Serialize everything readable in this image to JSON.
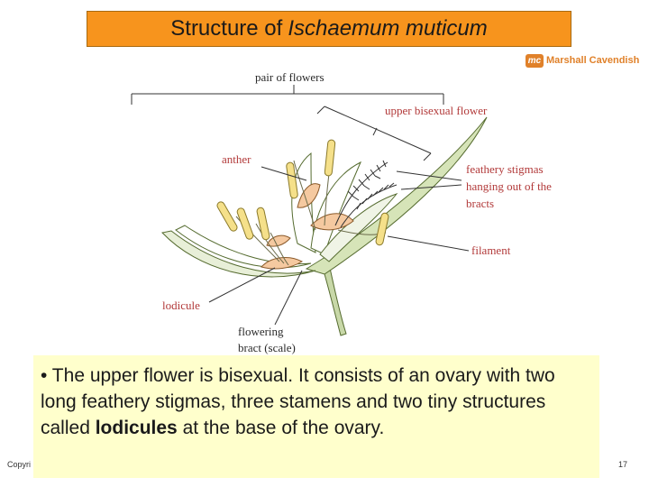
{
  "title": {
    "prefix": "Structure of",
    "species": "Ischaemum muticum"
  },
  "logo": {
    "mark": "mc",
    "text": "Marshall Cavendish"
  },
  "labels": {
    "pair_of_flowers": "pair of flowers",
    "upper_bisexual_flower": "upper bisexual flower",
    "anther": "anther",
    "feathery_stigmas_1": "feathery stigmas",
    "feathery_stigmas_2": "hanging out of the",
    "feathery_stigmas_3": "bracts",
    "filament": "filament",
    "lodicule": "lodicule",
    "flowering_bract_1": "flowering",
    "flowering_bract_2": "bract (scale)"
  },
  "caption": {
    "part1": "• The upper flower is bisexual. It consists of an ovary with two long feathery stigmas, three stamens and two tiny structures called ",
    "bold": "lodicules",
    "part2": " at the base of the ovary."
  },
  "footer": {
    "left": "Copyri",
    "page": "17"
  },
  "colors": {
    "title_bg": "#f7941d",
    "caption_bg": "#ffffcc",
    "stem": "#c8d8a8",
    "anther": "#f5e08a",
    "petal": "#f5c9a0",
    "label_red": "#b23a3a"
  }
}
